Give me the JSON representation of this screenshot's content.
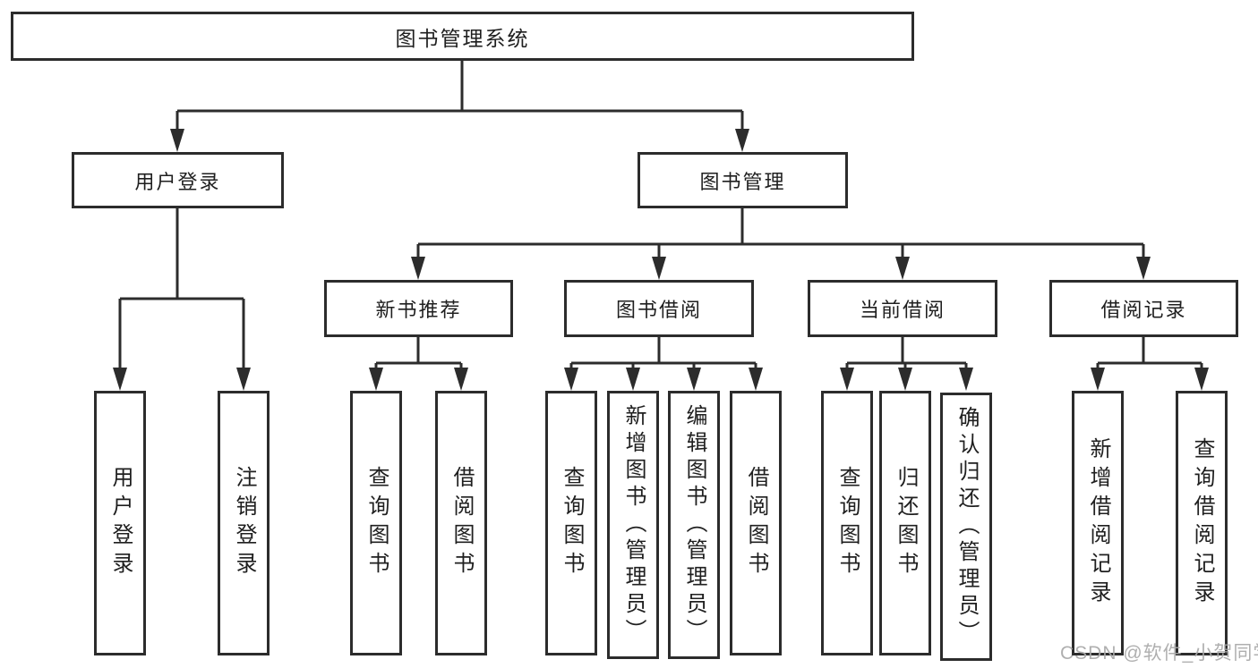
{
  "diagram": {
    "root": "图书管理系统",
    "level2": {
      "user_login": "用户登录",
      "book_management": "图书管理"
    },
    "level3": {
      "new_book_recommend": "新书推荐",
      "book_borrow": "图书借阅",
      "current_borrow": "当前借阅",
      "borrow_records": "借阅记录"
    },
    "leaves": {
      "user_login": "用户登录",
      "logout": "注销登录",
      "nb_query_books": "查询图书",
      "nb_borrow_books": "借阅图书",
      "bb_query_books": "查询图书",
      "bb_add_books_admin": "新增图书（管理员）",
      "bb_edit_books_admin": "编辑图书（管理员）",
      "bb_borrow_books": "借阅图书",
      "cb_query_books": "查询图书",
      "cb_return_books": "归还图书",
      "cb_confirm_return_admin": "确认归还（管理员）",
      "br_add_record": "新增借阅记录",
      "br_query_record": "查询借阅记录"
    }
  },
  "watermark": "CSDN @软件_小贺同学",
  "colors": {
    "line": "#2c2c2c",
    "text": "#1f1f1f",
    "watermark": "#a8a8a8",
    "background": "#ffffff"
  }
}
